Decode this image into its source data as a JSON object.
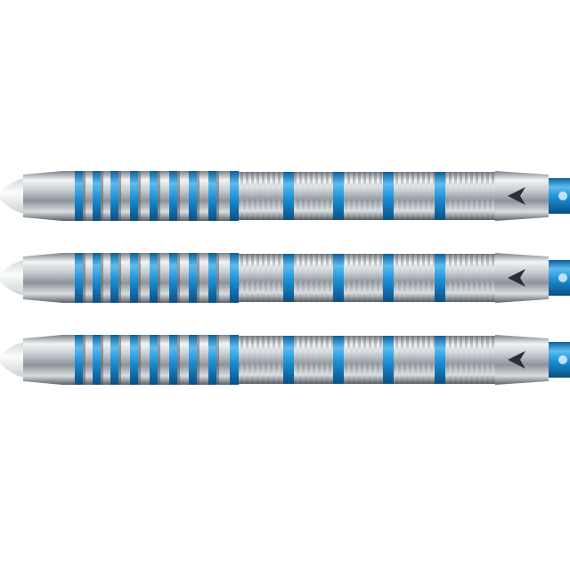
{
  "scene": {
    "description_type": "product-photo",
    "dart_count": 3,
    "colors": {
      "background": "#ffffff",
      "tip": "#eef1f0",
      "steel_light": "#f2f4f5",
      "steel_mid": "#b9bec3",
      "steel_dark": "#5a6168",
      "accent_blue": "#1a8fd6",
      "accent_blue_light": "#5dbcf0",
      "accent_blue_dark": "#0d5f9a"
    }
  },
  "darts": [
    {
      "name": "dart-top"
    },
    {
      "name": "dart-middle"
    },
    {
      "name": "dart-bottom"
    }
  ]
}
